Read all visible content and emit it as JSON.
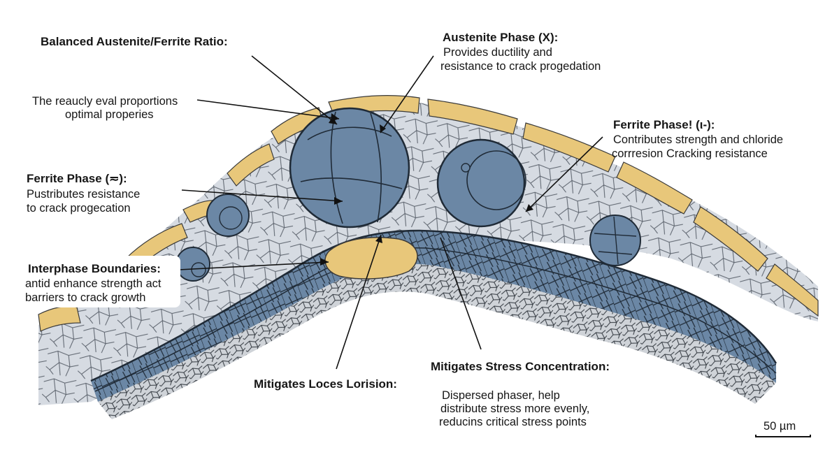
{
  "labels": {
    "balanced_title": "Balanced Austenite/Ferrite Ratio:",
    "balanced_line1": "The reaucly eval proportions",
    "balanced_line2": "optimal properies",
    "austenite_title": "Austenite Phase (X):",
    "austenite_line1": "Provides ductility and",
    "austenite_line2": "resistance to crack progedation",
    "ferrite_right_title": "Ferrite Phase! (ι-):",
    "ferrite_right_line1": "Contributes strength and chloride",
    "ferrite_right_line2": "corrresion Cracking resistance",
    "ferrite_left_title": "Ferrite Phase (≂):",
    "ferrite_left_line1": "Pustributes resistance",
    "ferrite_left_line2": "to crack progecation",
    "interphase_title": "Interphase Boundaries:",
    "interphase_line1": "antid enhance strength act",
    "interphase_line2": "barriers to crack growth",
    "local_title": "Mitigates Loces Lorision:",
    "stress_title": "Mitigates Stress Concentration:",
    "stress_line1": "Dispersed  phaser, help",
    "stress_line2": "distribute stress more evenly,",
    "stress_line3": "reducins critical stress points",
    "scale": "50 µm"
  },
  "colors": {
    "austenite_blue": "#6b87a5",
    "ferrite_yellow": "#e8c77a",
    "matrix_gray": "#d6dbe2",
    "lower_gray": "#cfd3d8",
    "grain_line": "#2a2e33"
  }
}
